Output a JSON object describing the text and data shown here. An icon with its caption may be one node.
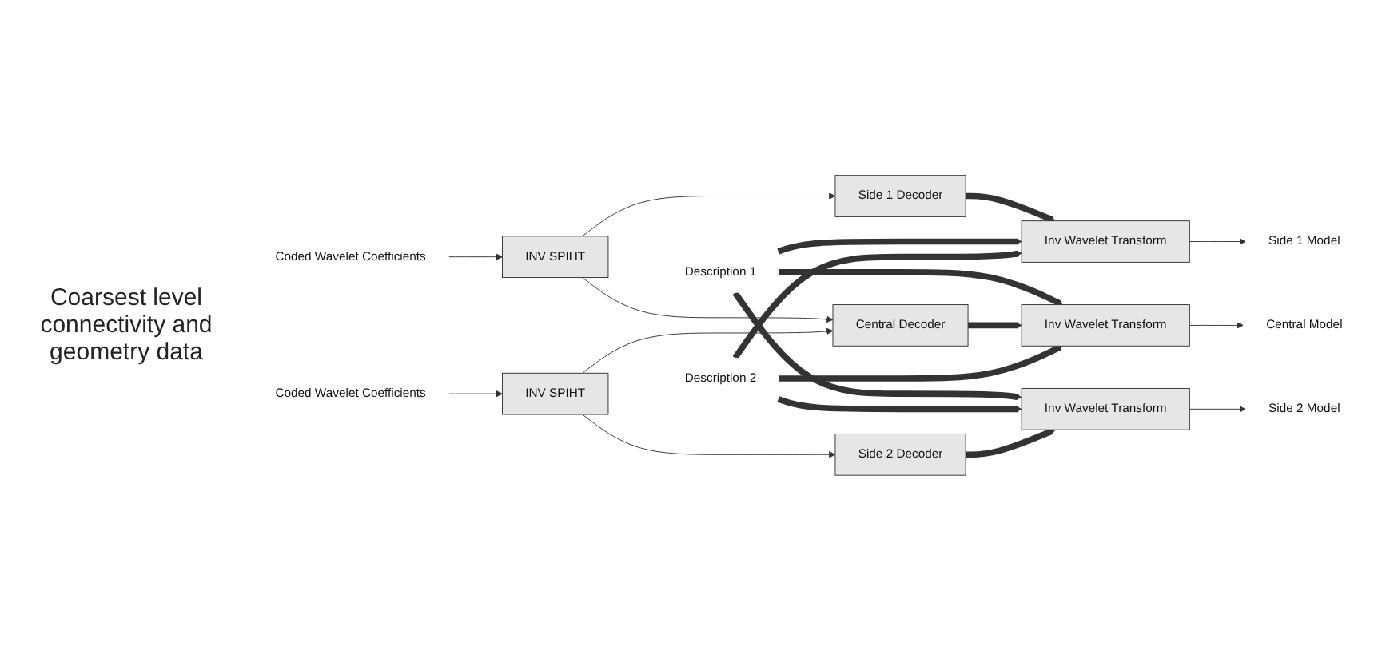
{
  "diagram": {
    "nodes": [
      {
        "text": [
          "Coded Wavelet Coefficients"
        ]
      },
      {
        "text": [
          "INV SPIHT"
        ]
      },
      {
        "text": [
          "Side 1 Decoder"
        ]
      },
      {
        "text": [
          "Inv Wavelet Transform"
        ]
      },
      {
        "text": [
          "Side 1 Model"
        ]
      },
      {
        "text": [
          "Description 1"
        ]
      },
      {
        "text": [
          "Central Decoder"
        ]
      },
      {
        "text": [
          "Inv Wavelet Transform"
        ]
      },
      {
        "text": [
          "Central Model"
        ]
      },
      {
        "text": [
          "Description 2"
        ]
      },
      {
        "text": [
          "INV SPIHT"
        ]
      },
      {
        "text": [
          "Coded Wavelet Coefficients"
        ]
      },
      {
        "text": [
          "Side 2 Decoder"
        ]
      },
      {
        "text": [
          "Inv Wavelet Transform"
        ]
      },
      {
        "text": [
          "Side 2 Model"
        ]
      }
    ],
    "edges": [
      {
        "from": 0,
        "to": 1,
        "arrow": "to"
      },
      {
        "from": 1,
        "to": 2,
        "arrow": "to"
      },
      {
        "from": 1,
        "to": 6,
        "arrow": "to"
      },
      {
        "from": 2,
        "to": 3,
        "arrow": "to",
        "style": "thick"
      },
      {
        "from": 3,
        "to": 4,
        "arrow": "to"
      },
      {
        "from": 5,
        "to": 3,
        "arrow": "to",
        "style": "thick"
      },
      {
        "from": 5,
        "to": 7,
        "arrow": "to",
        "style": "thick"
      },
      {
        "from": 5,
        "to": 13,
        "arrow": "to",
        "style": "thick"
      },
      {
        "from": 6,
        "to": 7,
        "arrow": "to",
        "style": "thick"
      },
      {
        "from": 7,
        "to": 8,
        "arrow": "to"
      },
      {
        "from": 9,
        "to": 3,
        "arrow": "to",
        "style": "thick"
      },
      {
        "from": 9,
        "to": 7,
        "arrow": "to",
        "style": "thick"
      },
      {
        "from": 9,
        "to": 13,
        "arrow": "to",
        "style": "thick"
      },
      {
        "from": 10,
        "to": 6,
        "arrow": "to"
      },
      {
        "from": 10,
        "to": 12,
        "arrow": "to"
      },
      {
        "from": 11,
        "to": 10,
        "arrow": "to"
      },
      {
        "from": 12,
        "to": 13,
        "arrow": "to",
        "style": "thick"
      },
      {
        "from": 13,
        "to": 14,
        "arrow": "to"
      }
    ],
    "labels": [
      "Coarsest level connectivity and geometry data"
    ]
  }
}
